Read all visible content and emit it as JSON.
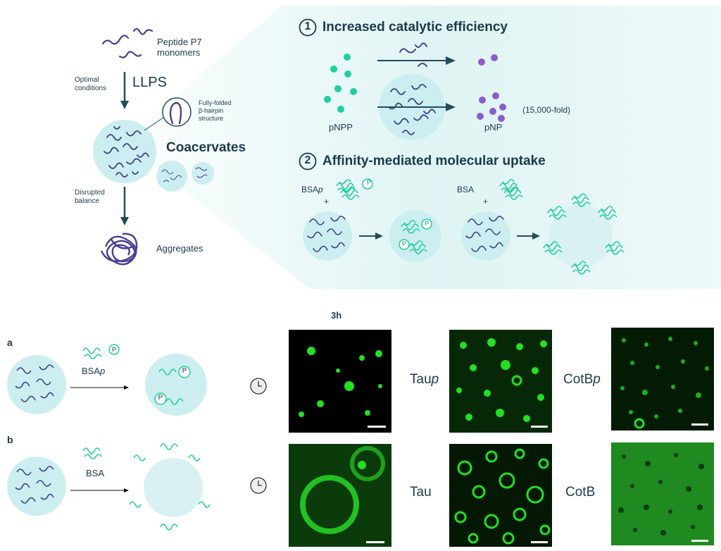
{
  "top": {
    "peptide_label": [
      "Peptide P7",
      "monomers"
    ],
    "optimal_label": [
      "Optimal",
      "conditions"
    ],
    "llps_label": "LLPS",
    "hairpin_label": [
      "Fully-folded",
      "β-hairpin",
      "structure"
    ],
    "coacervates_label": "Coacervates",
    "disrupted_label": [
      "Disrupted",
      "balance"
    ],
    "aggregates_label": "Aggregates",
    "section1": {
      "number": "1",
      "title": "Increased catalytic efficiency"
    },
    "pnpp_label": "pNPP",
    "pnp_label": "pNP",
    "fold_label": "(15,000-fold)",
    "section2": {
      "number": "2",
      "title": "Affinity-mediated molecular uptake"
    },
    "bsap_prefix": "BSA",
    "bsap_suffix": "p",
    "bsa_label": "BSA",
    "plus": "+",
    "p_badge": "P"
  },
  "bottom": {
    "time_label": "3h",
    "panel_a": "a",
    "panel_b": "b",
    "bsap_prefix": "BSA",
    "bsap_suffix": "p",
    "bsa_label": "BSA",
    "p_badge": "P",
    "tau_p_prefix": "Tau",
    "tau_p_suffix": "p",
    "cotb_p_prefix": "CotB",
    "cotb_p_suffix": "p",
    "tau_label": "Tau",
    "cotb_label": "CotB"
  },
  "colors": {
    "teal": "#1fcf9c",
    "purple": "#8a5ccc",
    "coil": "#3f3f82",
    "droplet": "#cdeef0",
    "arrow": "#244b5a",
    "fluor": "#22e022"
  }
}
